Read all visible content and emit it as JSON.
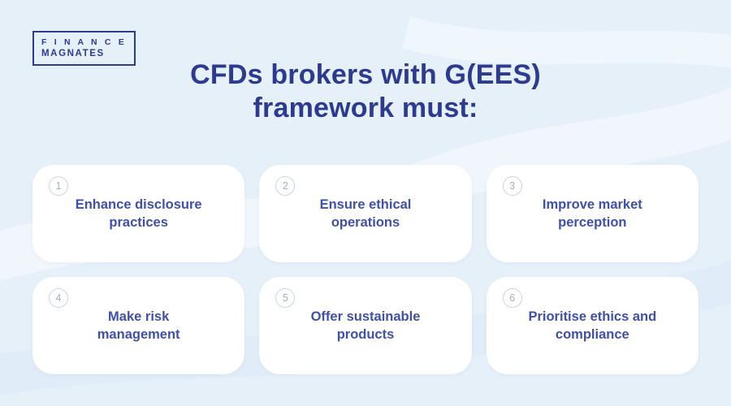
{
  "logo": {
    "line1": "F I N A N C E",
    "line2": "MAGNATES"
  },
  "title": {
    "line1": "CFDs brokers with G(EES)",
    "line2": "framework must:"
  },
  "cards": [
    {
      "number": "1",
      "text": "Enhance disclosure practices"
    },
    {
      "number": "2",
      "text": "Ensure ethical operations"
    },
    {
      "number": "3",
      "text": "Improve market perception"
    },
    {
      "number": "4",
      "text": "Make risk management"
    },
    {
      "number": "5",
      "text": "Offer sustainable products"
    },
    {
      "number": "6",
      "text": "Prioritise ethics and compliance"
    }
  ],
  "colors": {
    "background": "#e6f0f9",
    "title_text": "#2c3a92",
    "card_background": "#ffffff",
    "card_text": "#3e50ad",
    "badge_border": "#ccd5de",
    "badge_text": "#a4afbb",
    "logo_navy": "#2d3a94"
  }
}
